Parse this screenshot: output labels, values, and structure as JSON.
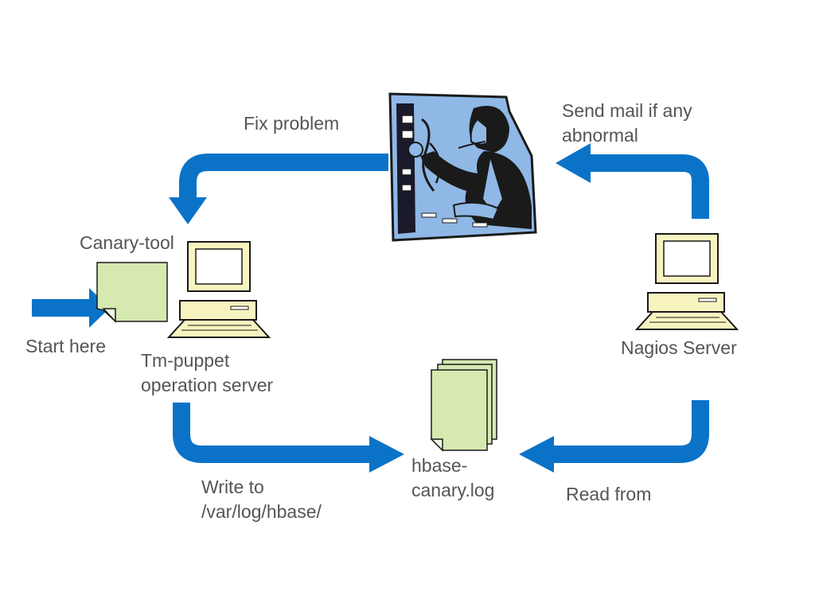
{
  "labels": {
    "fix_problem": "Fix problem",
    "send_mail_line1": "Send mail if any",
    "send_mail_line2": "abnormal",
    "canary_tool": "Canary-tool",
    "start_here": "Start here",
    "tm_puppet_line1": "Tm-puppet",
    "tm_puppet_line2": "operation server",
    "nagios_server": "Nagios Server",
    "log_line1": "hbase-",
    "log_line2": "canary.log",
    "write_to_line1": "Write to",
    "write_to_line2": "/var/log/hbase/",
    "read_from": "Read from"
  },
  "colors": {
    "arrow_blue": "#0a73c8",
    "arrow_dark": "#0a4d9a",
    "document_green": "#d6e9b0",
    "computer_cream": "#f8f4c0",
    "operator_panel_blue": "#8fb8e6",
    "text_gray": "#555555"
  },
  "icons": [
    "operator-icon",
    "computer-icon",
    "document-icon",
    "document-stack-icon"
  ]
}
